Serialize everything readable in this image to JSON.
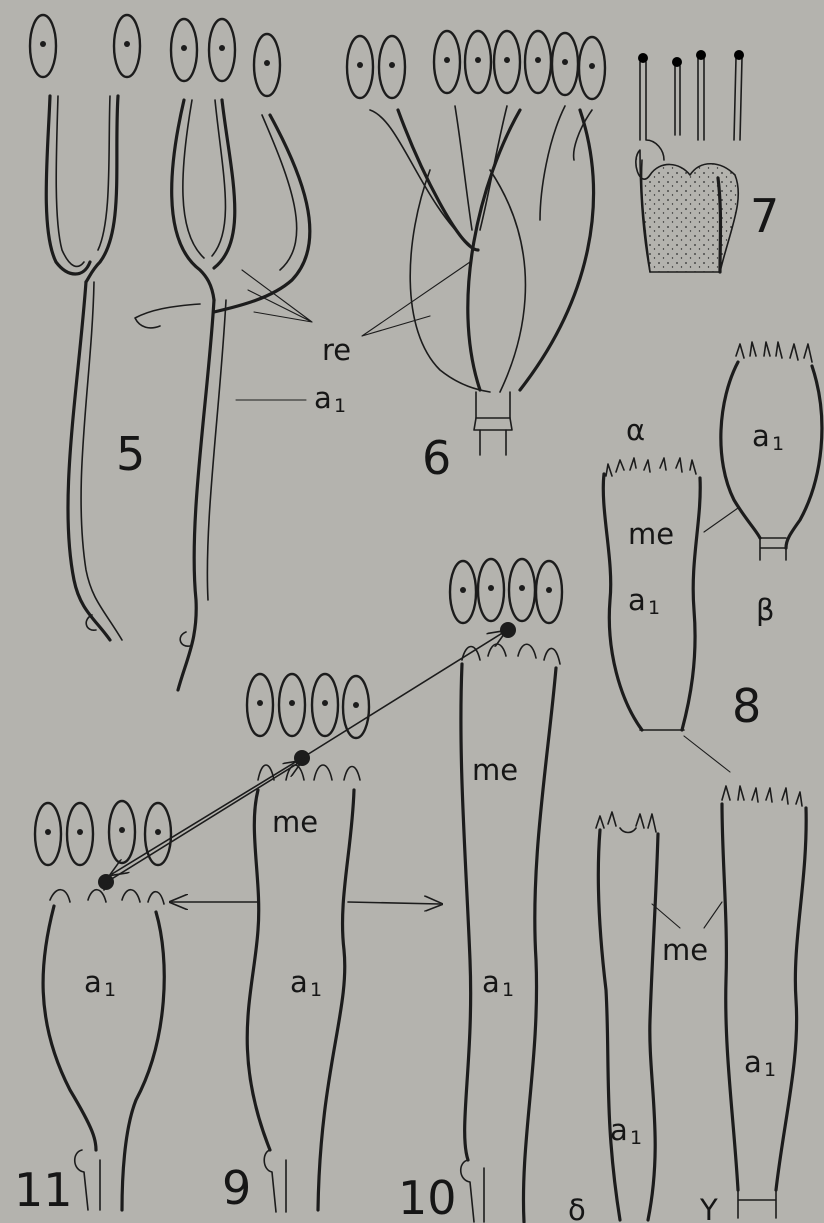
{
  "figure_numbers": {
    "fig5": "5",
    "fig6": "6",
    "fig7": "7",
    "fig8": "8",
    "fig9": "9",
    "fig10": "10",
    "fig11": "11"
  },
  "variant_labels": {
    "alpha": "α",
    "beta": "β",
    "gamma": "Y",
    "delta": "δ"
  },
  "part_labels": {
    "re": "re",
    "a1_main": "a",
    "a1_sub": "1",
    "me": "me"
  },
  "colors": {
    "paper": "#b4b3ae",
    "ink": "#1c1c1c"
  }
}
